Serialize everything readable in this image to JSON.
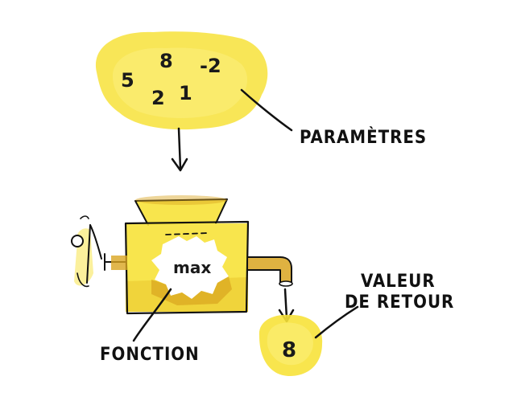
{
  "input_numbers": [
    "5",
    "8",
    "-2",
    "2",
    "1"
  ],
  "labels": {
    "parameters": "PARAMÈTRES",
    "function": "FONCTION",
    "return_value_line1": "VALEUR",
    "return_value_line2": "DE RETOUR"
  },
  "function_name": "max",
  "output_value": "8",
  "colors": {
    "watercolor_yellow": "#f7e23a",
    "watercolor_light": "#fbef7a",
    "ochre": "#d9a520",
    "ink": "#111111"
  }
}
